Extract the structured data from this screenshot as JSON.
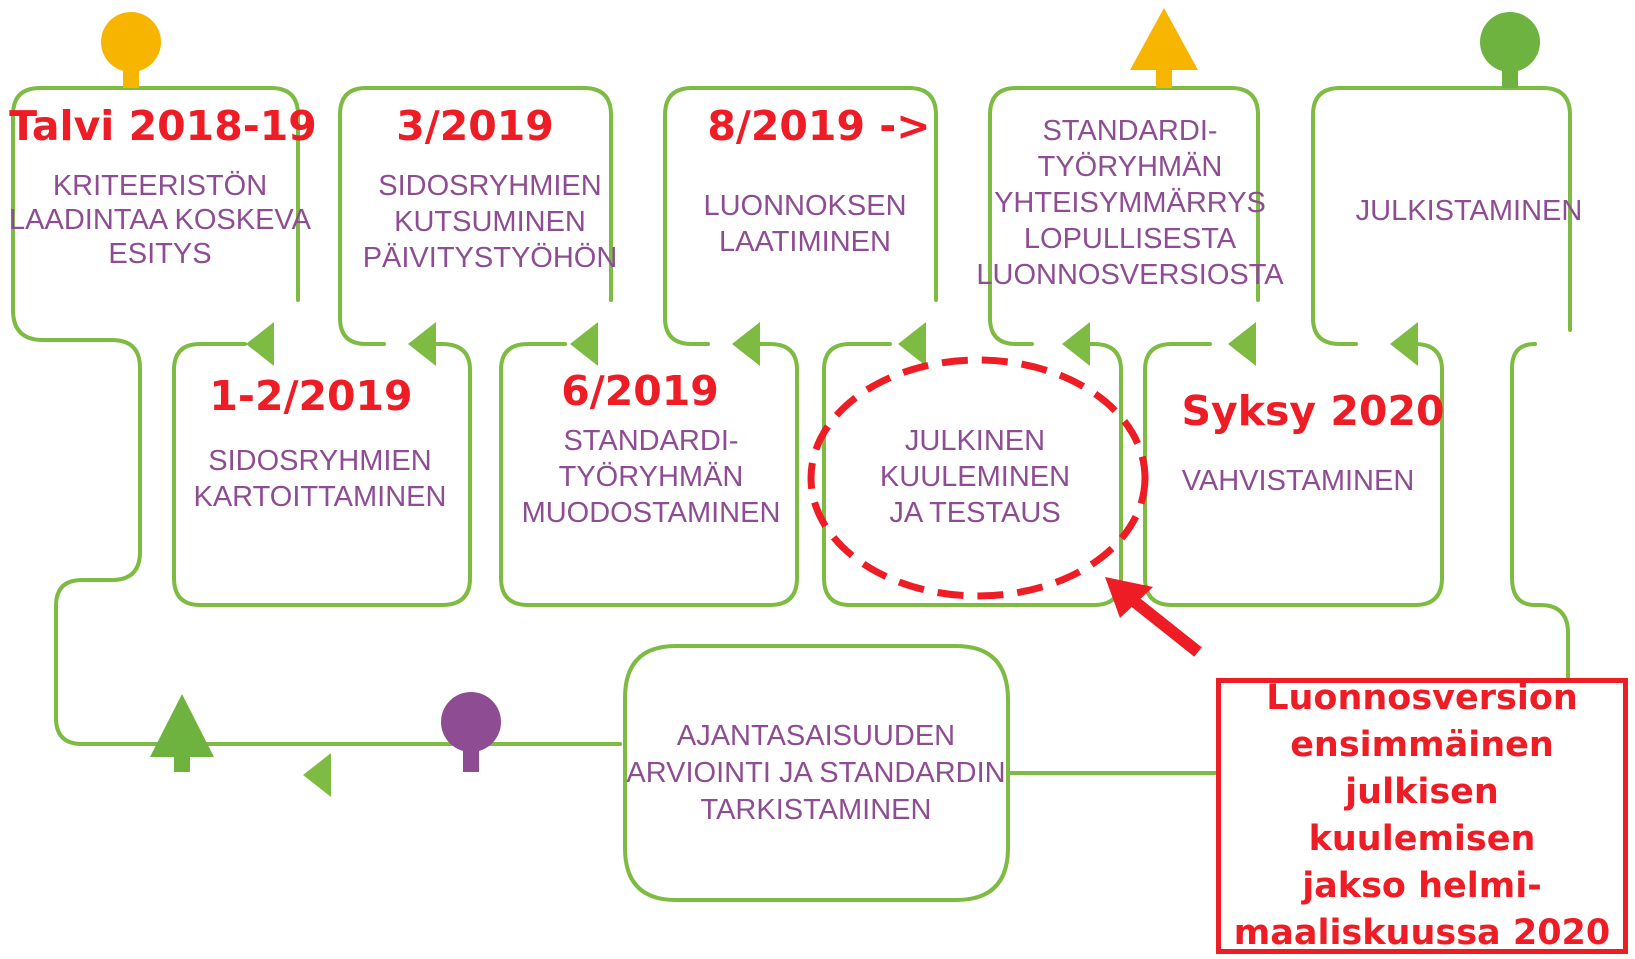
{
  "colors": {
    "line": "#7dbb42",
    "stage_text": "#8e4d93",
    "date_text": "#ee1c25",
    "marker_orange": "#f7b500",
    "marker_green": "#6eb33f",
    "marker_purple": "#8e4d93",
    "highlight": "#ee1c25"
  },
  "stages": [
    {
      "id": "kriteeriston",
      "lines": [
        "KRITEERISTÖN",
        "LAADINTAA KOSKEVA",
        "ESITYS"
      ],
      "date": "Talvi 2018-19"
    },
    {
      "id": "sidosryhmien-kartoittaminen",
      "lines": [
        "SIDOSRYHMIEN",
        "KARTOITTAMINEN"
      ],
      "date": "1-2/2019"
    },
    {
      "id": "sidosryhmien-kutsuminen",
      "lines": [
        "SIDOSRYHMIEN",
        "KUTSUMINEN",
        "PÄIVITYSTYÖHÖN"
      ],
      "date": "3/2019"
    },
    {
      "id": "tyoryhman-muodostaminen",
      "lines": [
        "STANDARDI-",
        "TYÖRYHMÄN",
        "MUODOSTAMINEN"
      ],
      "date": "6/2019"
    },
    {
      "id": "luonnoksen-laatiminen",
      "lines": [
        "LUONNOKSEN",
        "LAATIMINEN"
      ],
      "date": "8/2019 ->"
    },
    {
      "id": "julkinen-kuuleminen",
      "lines": [
        "JULKINEN",
        "KUULEMINEN",
        "JA TESTAUS"
      ],
      "date": ""
    },
    {
      "id": "yhteisymmarrys",
      "lines": [
        "STANDARDI-",
        "TYÖRYHMÄN",
        "YHTEISYMMÄRRYS",
        "LOPULLISESTA",
        "LUONNOSVERSIOSTA"
      ],
      "date": ""
    },
    {
      "id": "vahvistaminen",
      "lines": [
        "VAHVISTAMINEN"
      ],
      "date": "Syksy 2020"
    },
    {
      "id": "julkistaminen",
      "lines": [
        "JULKISTAMINEN"
      ],
      "date": ""
    },
    {
      "id": "ajantasaisuuden-arviointi",
      "lines": [
        "AJANTASAISUUDEN",
        "ARVIOINTI JA STANDARDIN",
        "TARKISTAMINEN"
      ],
      "date": ""
    }
  ],
  "callout": {
    "lines": [
      "Luonnosversion",
      "ensimmäinen",
      "julkisen kuulemisen",
      "jakso helmi-",
      "maaliskuussa 2020"
    ]
  },
  "markers": [
    {
      "id": "orange-circle",
      "shape": "circle",
      "color": "orange"
    },
    {
      "id": "orange-triangle",
      "shape": "triangle",
      "color": "orange"
    },
    {
      "id": "green-circle",
      "shape": "circle",
      "color": "green"
    },
    {
      "id": "green-tree",
      "shape": "triangle",
      "color": "green"
    },
    {
      "id": "purple-circle",
      "shape": "circle",
      "color": "purple"
    }
  ]
}
